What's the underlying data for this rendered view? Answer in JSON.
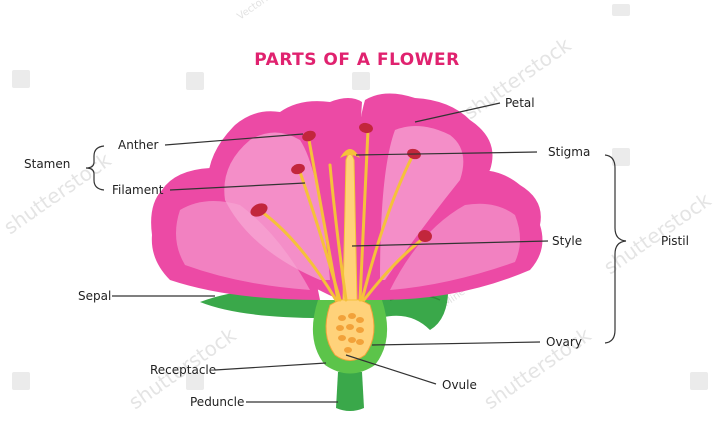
{
  "title": "PARTS OF A FLOWER",
  "labels": {
    "stamen": "Stamen",
    "anther": "Anther",
    "filament": "Filament",
    "sepal": "Sepal",
    "receptacle": "Receptacle",
    "peduncle": "Peduncle",
    "petal": "Petal",
    "stigma": "Stigma",
    "style": "Style",
    "pistil": "Pistil",
    "ovary": "Ovary",
    "ovule": "Ovule"
  },
  "watermarks": {
    "main": "shutterstock",
    "credit": "VectorMine"
  },
  "colors": {
    "title": "#e0226f",
    "petal": "#ec4aa5",
    "petal_light": "#f7a6d4",
    "filament": "#f5c13a",
    "anther": "#c2263c",
    "sepal": "#3aa84a",
    "receptacle": "#5cc44a",
    "ovary": "#ffd27a",
    "ovule": "#f2a23a"
  }
}
